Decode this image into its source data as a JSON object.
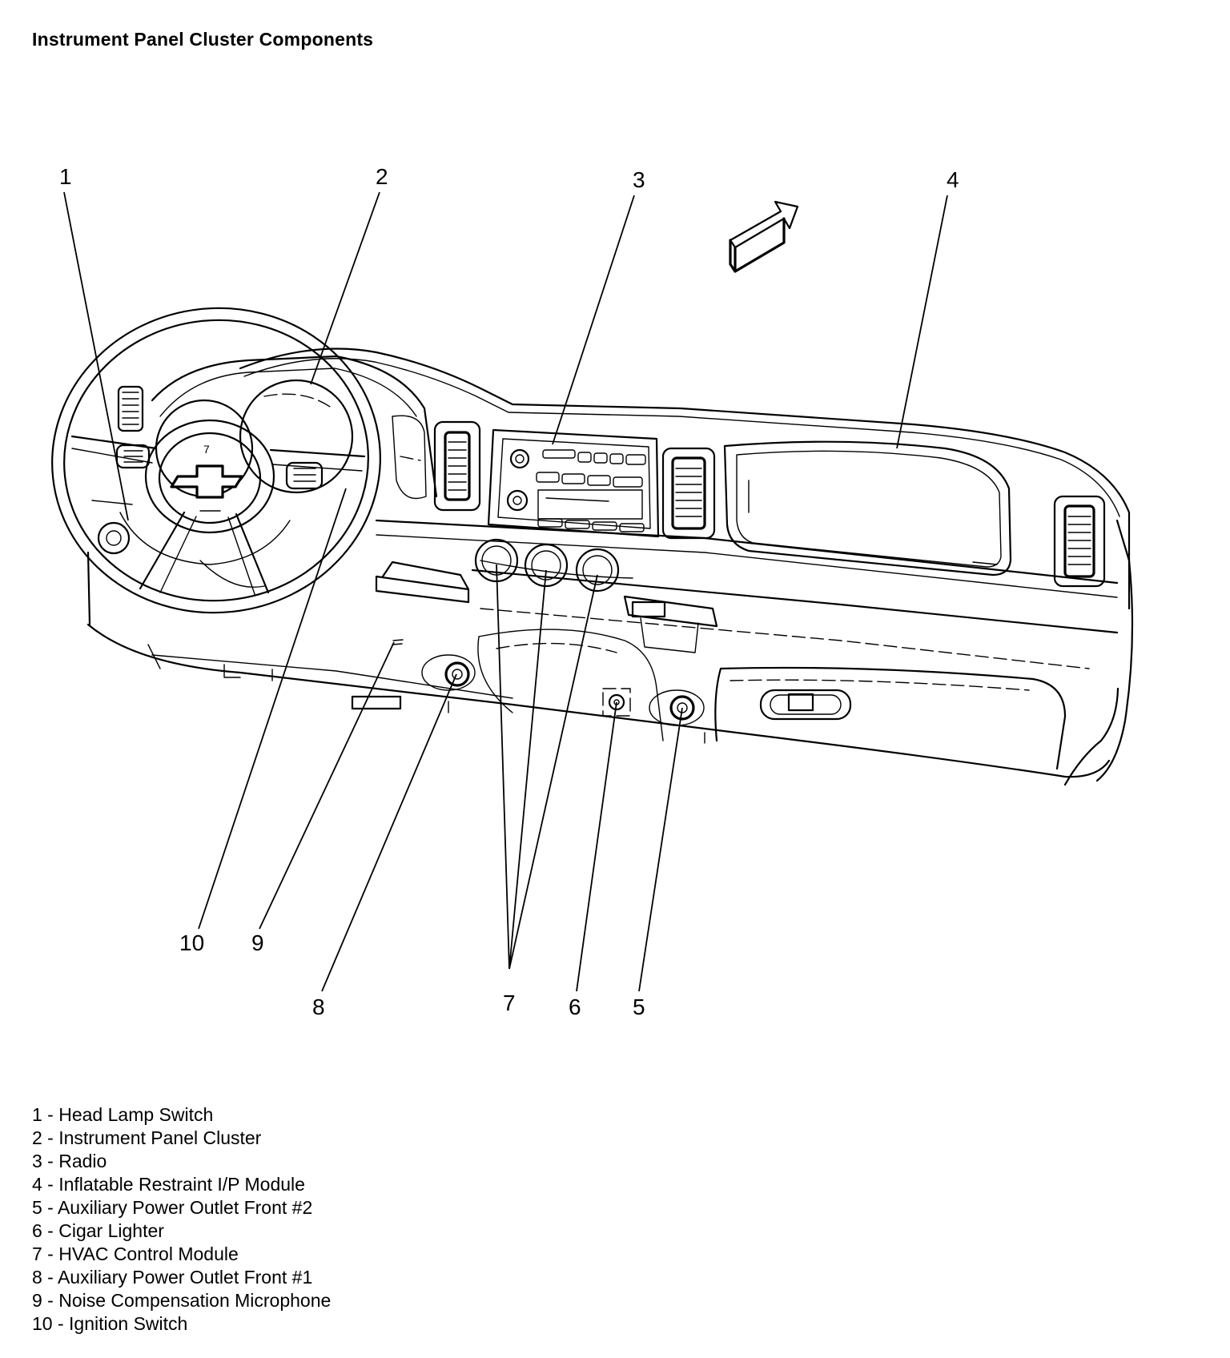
{
  "title": "Instrument Panel Cluster Components",
  "callouts": [
    "1",
    "2",
    "3",
    "4",
    "5",
    "6",
    "7",
    "8",
    "9",
    "10"
  ],
  "legend": [
    "1 - Head Lamp Switch",
    "2 - Instrument Panel Cluster",
    "3 - Radio",
    "4 - Inflatable Restraint I/P Module",
    "5 - Auxiliary Power Outlet Front #2",
    "6 - Cigar Lighter",
    "7 - HVAC Control Module",
    "8 - Auxiliary Power Outlet Front #1",
    "9 - Noise Compensation Microphone",
    "10 - Ignition Switch"
  ],
  "icons": [
    "front-direction-arrow-icon",
    "chevrolet-bowtie-icon"
  ]
}
